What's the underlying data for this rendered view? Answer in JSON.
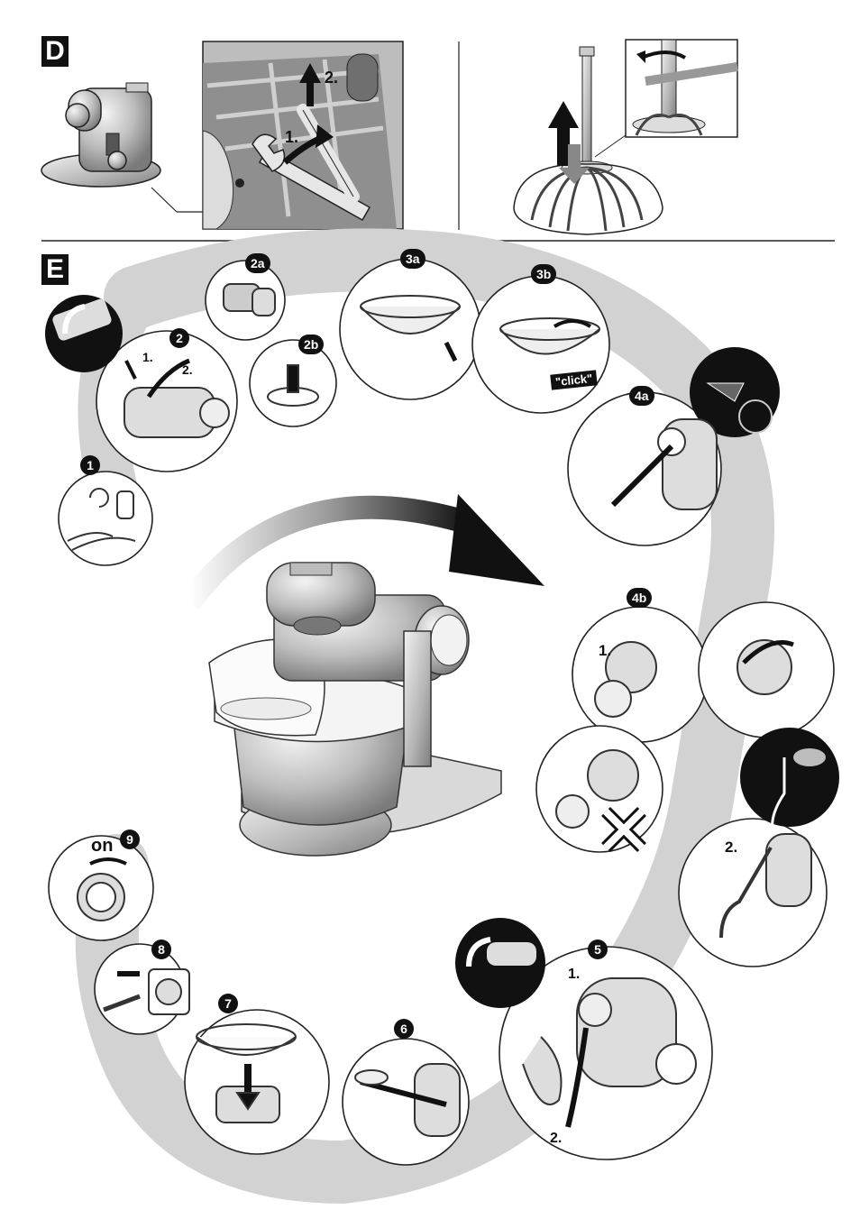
{
  "sections": {
    "d": {
      "label": "D"
    },
    "e": {
      "label": "E"
    }
  },
  "panel_d": {
    "step_1": "1.",
    "step_2": "2."
  },
  "steps": {
    "s1": "1",
    "s2": "2",
    "s2a": "2a",
    "s2b": "2b",
    "s3a": "3a",
    "s3b": "3b",
    "s4a": "4a",
    "s4b": "4b",
    "s5": "5",
    "s6": "6",
    "s7": "7",
    "s8": "8",
    "s9": "9"
  },
  "substeps": {
    "s2_1": "1.",
    "s2_2": "2.",
    "s4b_1": "1.",
    "s4b_2": "2.",
    "s5_1": "1.",
    "s5_2": "2."
  },
  "callouts": {
    "click": "\"click\"",
    "on": "on"
  },
  "colors": {
    "ink": "#111111",
    "shadow_track": "#d2d2d2",
    "metal_light": "#e6e6e6",
    "metal_mid": "#a9a9a9",
    "metal_dark": "#6b6b6b"
  }
}
